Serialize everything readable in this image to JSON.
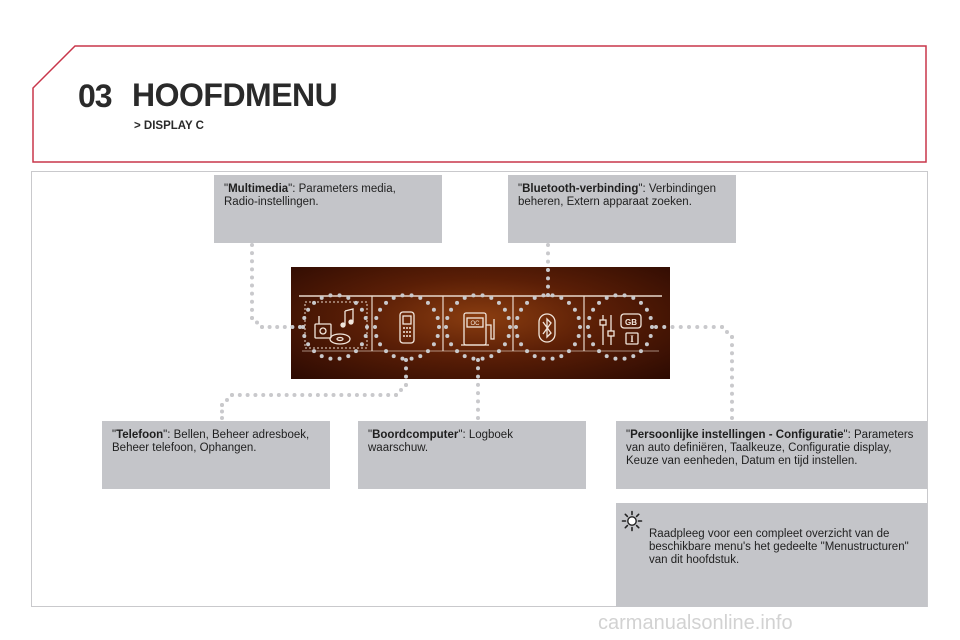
{
  "header": {
    "chapter": "03",
    "title": "HOOFDMENU",
    "subtitle": "> DISPLAY C"
  },
  "callouts": {
    "multimedia": {
      "name": "Multimedia",
      "text": ": Parameters media, Radio-instellingen."
    },
    "bluetooth": {
      "name": "Bluetooth-verbinding",
      "text": ": Verbindingen beheren, Extern apparaat zoeken."
    },
    "telefoon": {
      "name": "Telefoon",
      "text": ": Bellen, Beheer adresboek, Beheer telefoon, Ophangen."
    },
    "boordcomputer": {
      "name": "Boordcomputer",
      "text": ": Logboek waarschuw."
    },
    "persoonlijk": {
      "name": "Persoonlijke instellingen - Configuratie",
      "text": ": Parameters van auto definiëren, Taalkeuze, Configuratie display, Keuze van eenheden, Datum en tijd instellen."
    }
  },
  "note": {
    "icon": "sun-bulb-icon",
    "text": "Raadpleeg voor een compleet overzicht van de beschikbare menu's het gedeelte \"Menustructuren\" van dit hoofdstuk."
  },
  "display": {
    "icons": [
      "multimedia-icon",
      "telephone-icon",
      "fuel-pump-icon",
      "bluetooth-icon",
      "settings-icon"
    ],
    "oc_label": "OC",
    "gb_label": "GB",
    "i_label": "I"
  },
  "watermark": "carmanualsonline.info",
  "colors": {
    "header_border": "#c8364a",
    "panel": "#c4c5c9",
    "dots": "#c9c9cc"
  }
}
